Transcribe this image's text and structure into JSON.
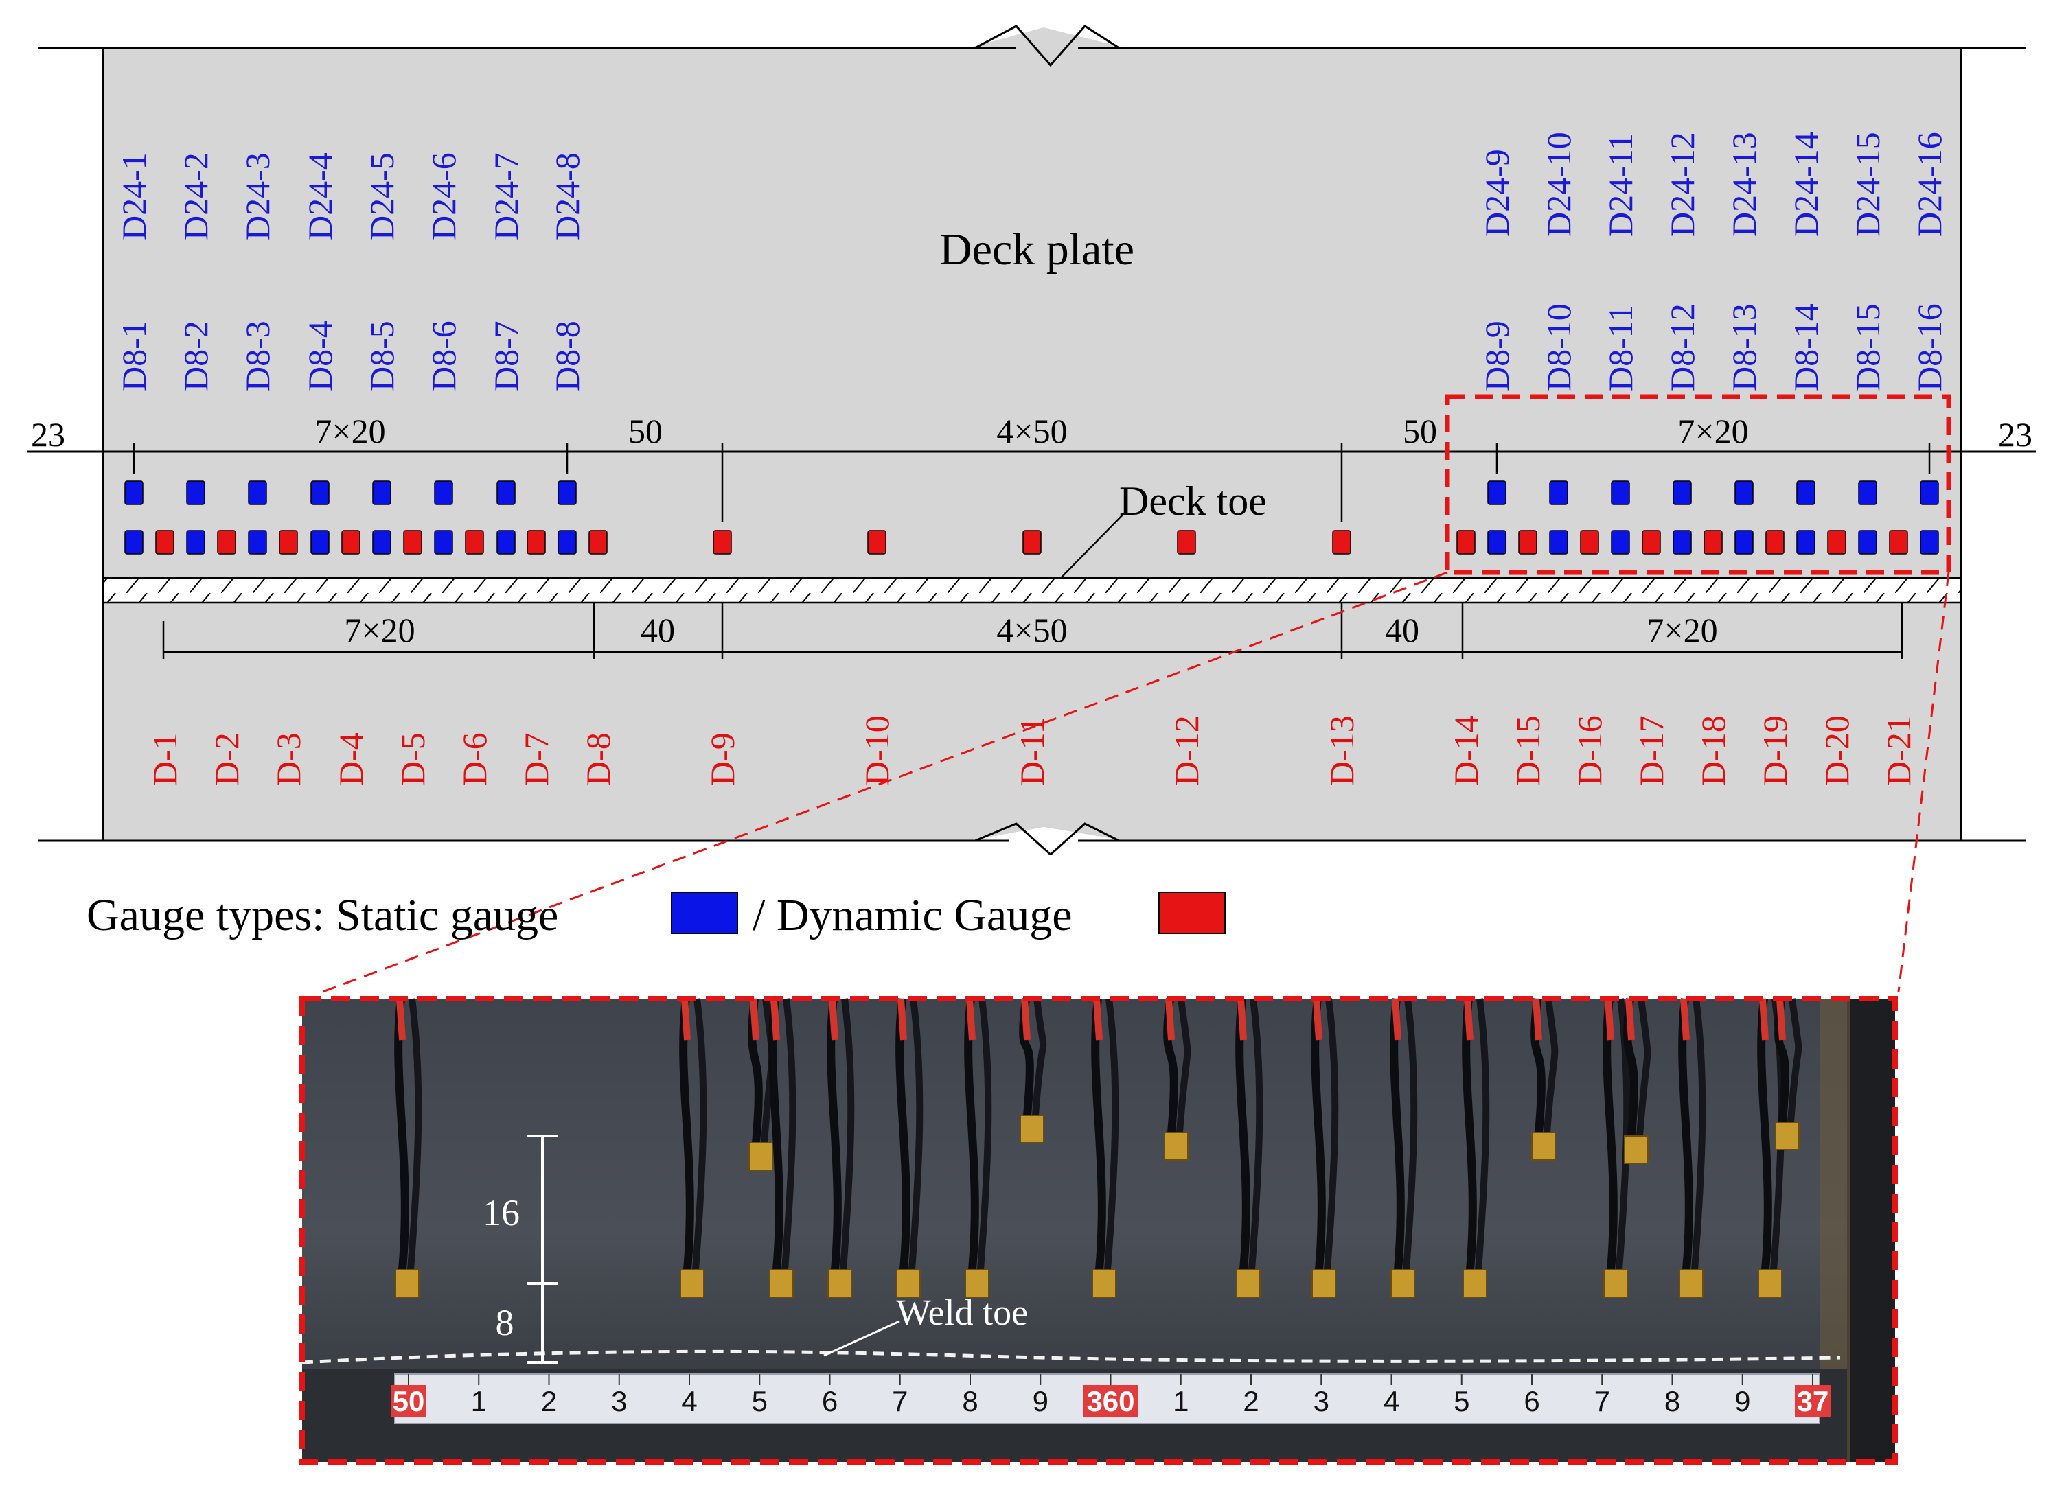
{
  "title": "Deck plate",
  "colors": {
    "static": "#0a14e6",
    "dynamic": "#e61414",
    "blue_text": "#1a1ad6",
    "red_text": "#e01010"
  },
  "top_labels_left": {
    "d24": [
      "D24-1",
      "D24-2",
      "D24-3",
      "D24-4",
      "D24-5",
      "D24-6",
      "D24-7",
      "D24-8"
    ],
    "d8": [
      "D8-1",
      "D8-2",
      "D8-3",
      "D8-4",
      "D8-5",
      "D8-6",
      "D8-7",
      "D8-8"
    ]
  },
  "top_labels_right": {
    "d24": [
      "D24-9",
      "D24-10",
      "D24-11",
      "D24-12",
      "D24-13",
      "D24-14",
      "D24-15",
      "D24-16"
    ],
    "d8": [
      "D8-9",
      "D8-10",
      "D8-11",
      "D8-12",
      "D8-13",
      "D8-14",
      "D8-15",
      "D8-16"
    ]
  },
  "bottom_labels": [
    "D-1",
    "D-2",
    "D-3",
    "D-4",
    "D-5",
    "D-6",
    "D-7",
    "D-8",
    "D-9",
    "D-10",
    "D-11",
    "D-12",
    "D-13",
    "D-14",
    "D-15",
    "D-16",
    "D-17",
    "D-18",
    "D-19",
    "D-20",
    "D-21"
  ],
  "top_dimensions": {
    "left_edge": "23",
    "seg1": "7×20",
    "seg2": "50",
    "seg3": "4×50",
    "seg4": "50",
    "seg5": "7×20",
    "right_edge": "23"
  },
  "bottom_dimensions": {
    "seg1": "7×20",
    "seg2": "40",
    "seg3": "4×50",
    "seg4": "40",
    "seg5": "7×20"
  },
  "annotations": {
    "deck_toe": "Deck toe",
    "weld_toe": "Weld toe"
  },
  "legend": {
    "prefix": "Gauge types: Static gauge",
    "separator": "/ Dynamic Gauge"
  },
  "photo": {
    "dim_upper": "16",
    "dim_lower": "8",
    "ruler_marks": [
      "50",
      "1",
      "2",
      "3",
      "4",
      "5",
      "6",
      "7",
      "8",
      "9",
      "360",
      "1",
      "2",
      "3",
      "4",
      "5",
      "6",
      "7",
      "8",
      "9",
      "37"
    ]
  }
}
